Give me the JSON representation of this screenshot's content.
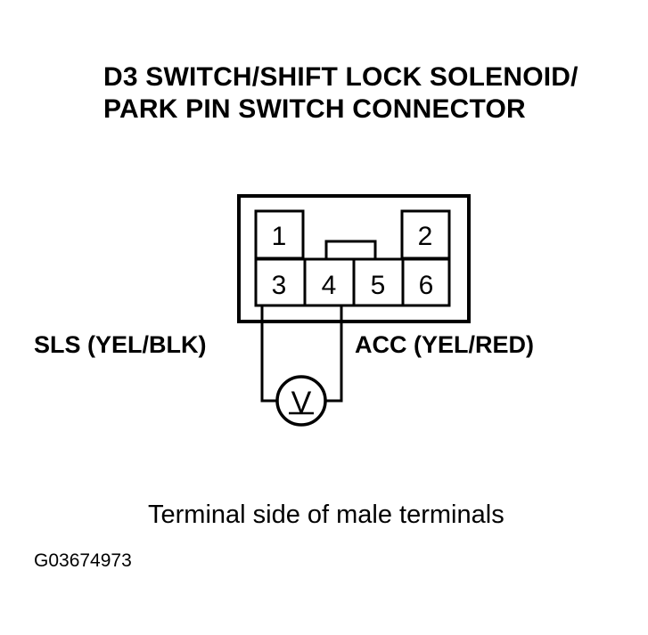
{
  "title": {
    "line1": "D3 SWITCH/SHIFT LOCK SOLENOID/",
    "line2": "PARK PIN SWITCH CONNECTOR"
  },
  "connector": {
    "pins": [
      "1",
      "2",
      "3",
      "4",
      "5",
      "6"
    ]
  },
  "labels": {
    "sls": "SLS (YEL/BLK)",
    "acc": "ACC (YEL/RED)"
  },
  "meter": {
    "symbol": "V"
  },
  "note": "Terminal side of male terminals",
  "figure_id": "G03674973"
}
